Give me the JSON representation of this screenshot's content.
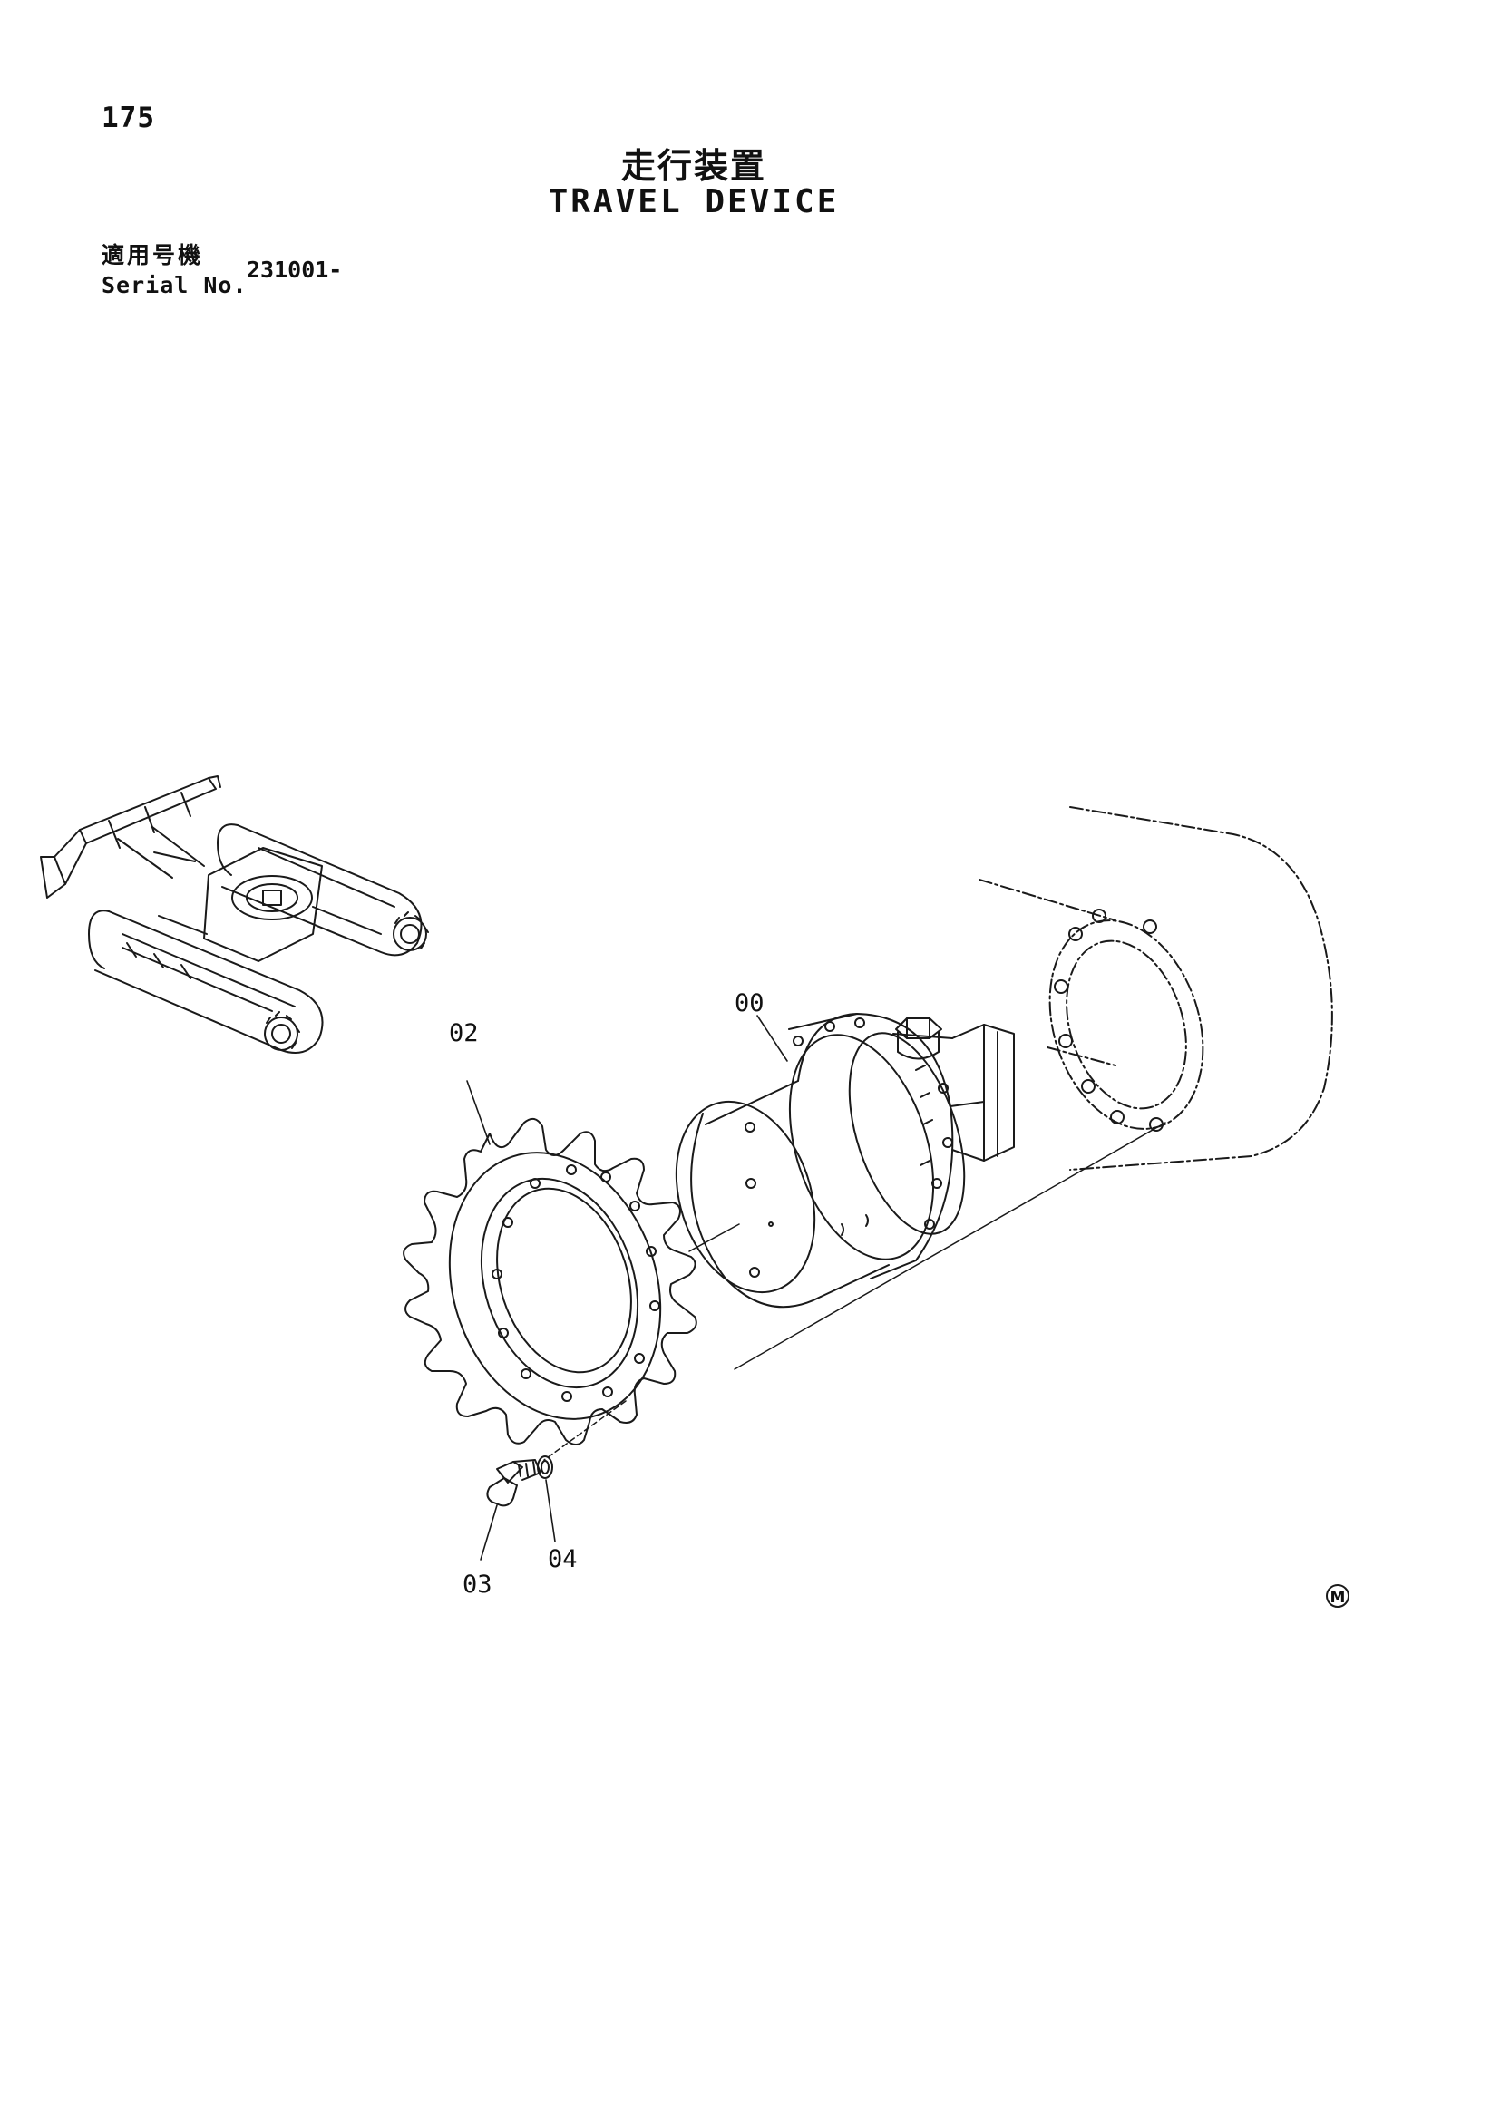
{
  "header": {
    "page_number": "175",
    "title_jp": "走行装置",
    "title_en": "TRAVEL DEVICE",
    "serial_label_jp": "適用号機",
    "serial_label_en": "Serial No.",
    "serial_value": "231001-"
  },
  "callouts": {
    "c00": "00",
    "c02": "02",
    "c03": "03",
    "c04": "04"
  },
  "marks": {
    "m_mark": "M"
  }
}
